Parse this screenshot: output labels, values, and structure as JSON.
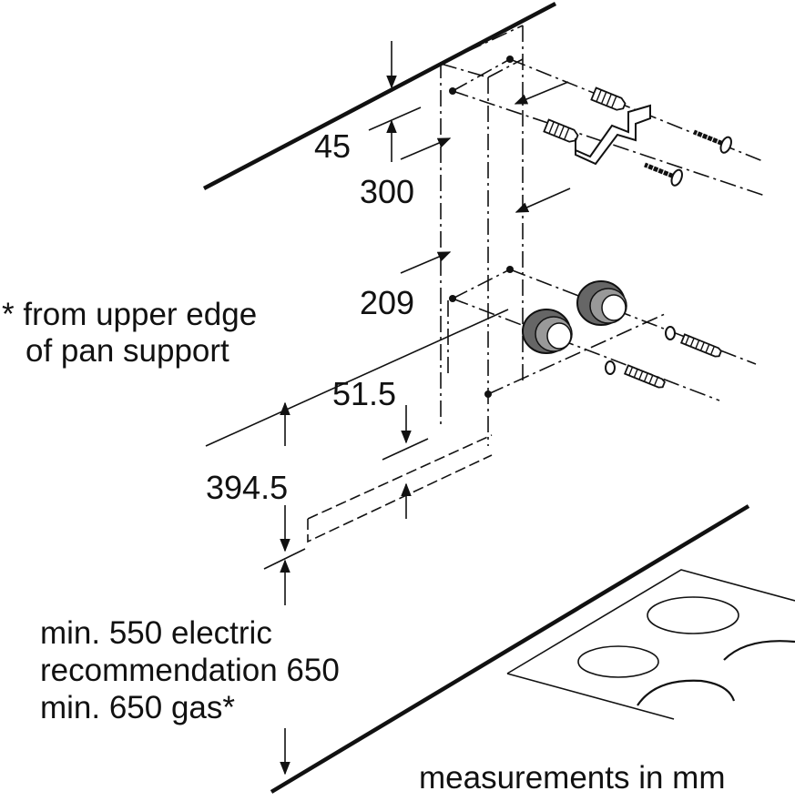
{
  "dimensions": {
    "d45": "45",
    "d300": "300",
    "d209": "209",
    "d51_5": "51.5",
    "d394_5": "394.5"
  },
  "footnote": {
    "line1": "* from upper edge",
    "line2": "of pan support"
  },
  "clearance": {
    "line1": "min. 550 electric",
    "line2": "recommendation 650",
    "line3": "min. 650 gas*"
  },
  "units_note": "measurements in mm",
  "hardware": {
    "top": [
      "wall-plug-icon",
      "wall-plug-icon",
      "mounting-bracket-icon",
      "screw-icon",
      "screw-icon"
    ],
    "bottom": [
      "extraction-fitting-icon",
      "extraction-fitting-icon",
      "washer-icon",
      "washer-icon",
      "screw-icon",
      "screw-icon"
    ]
  }
}
